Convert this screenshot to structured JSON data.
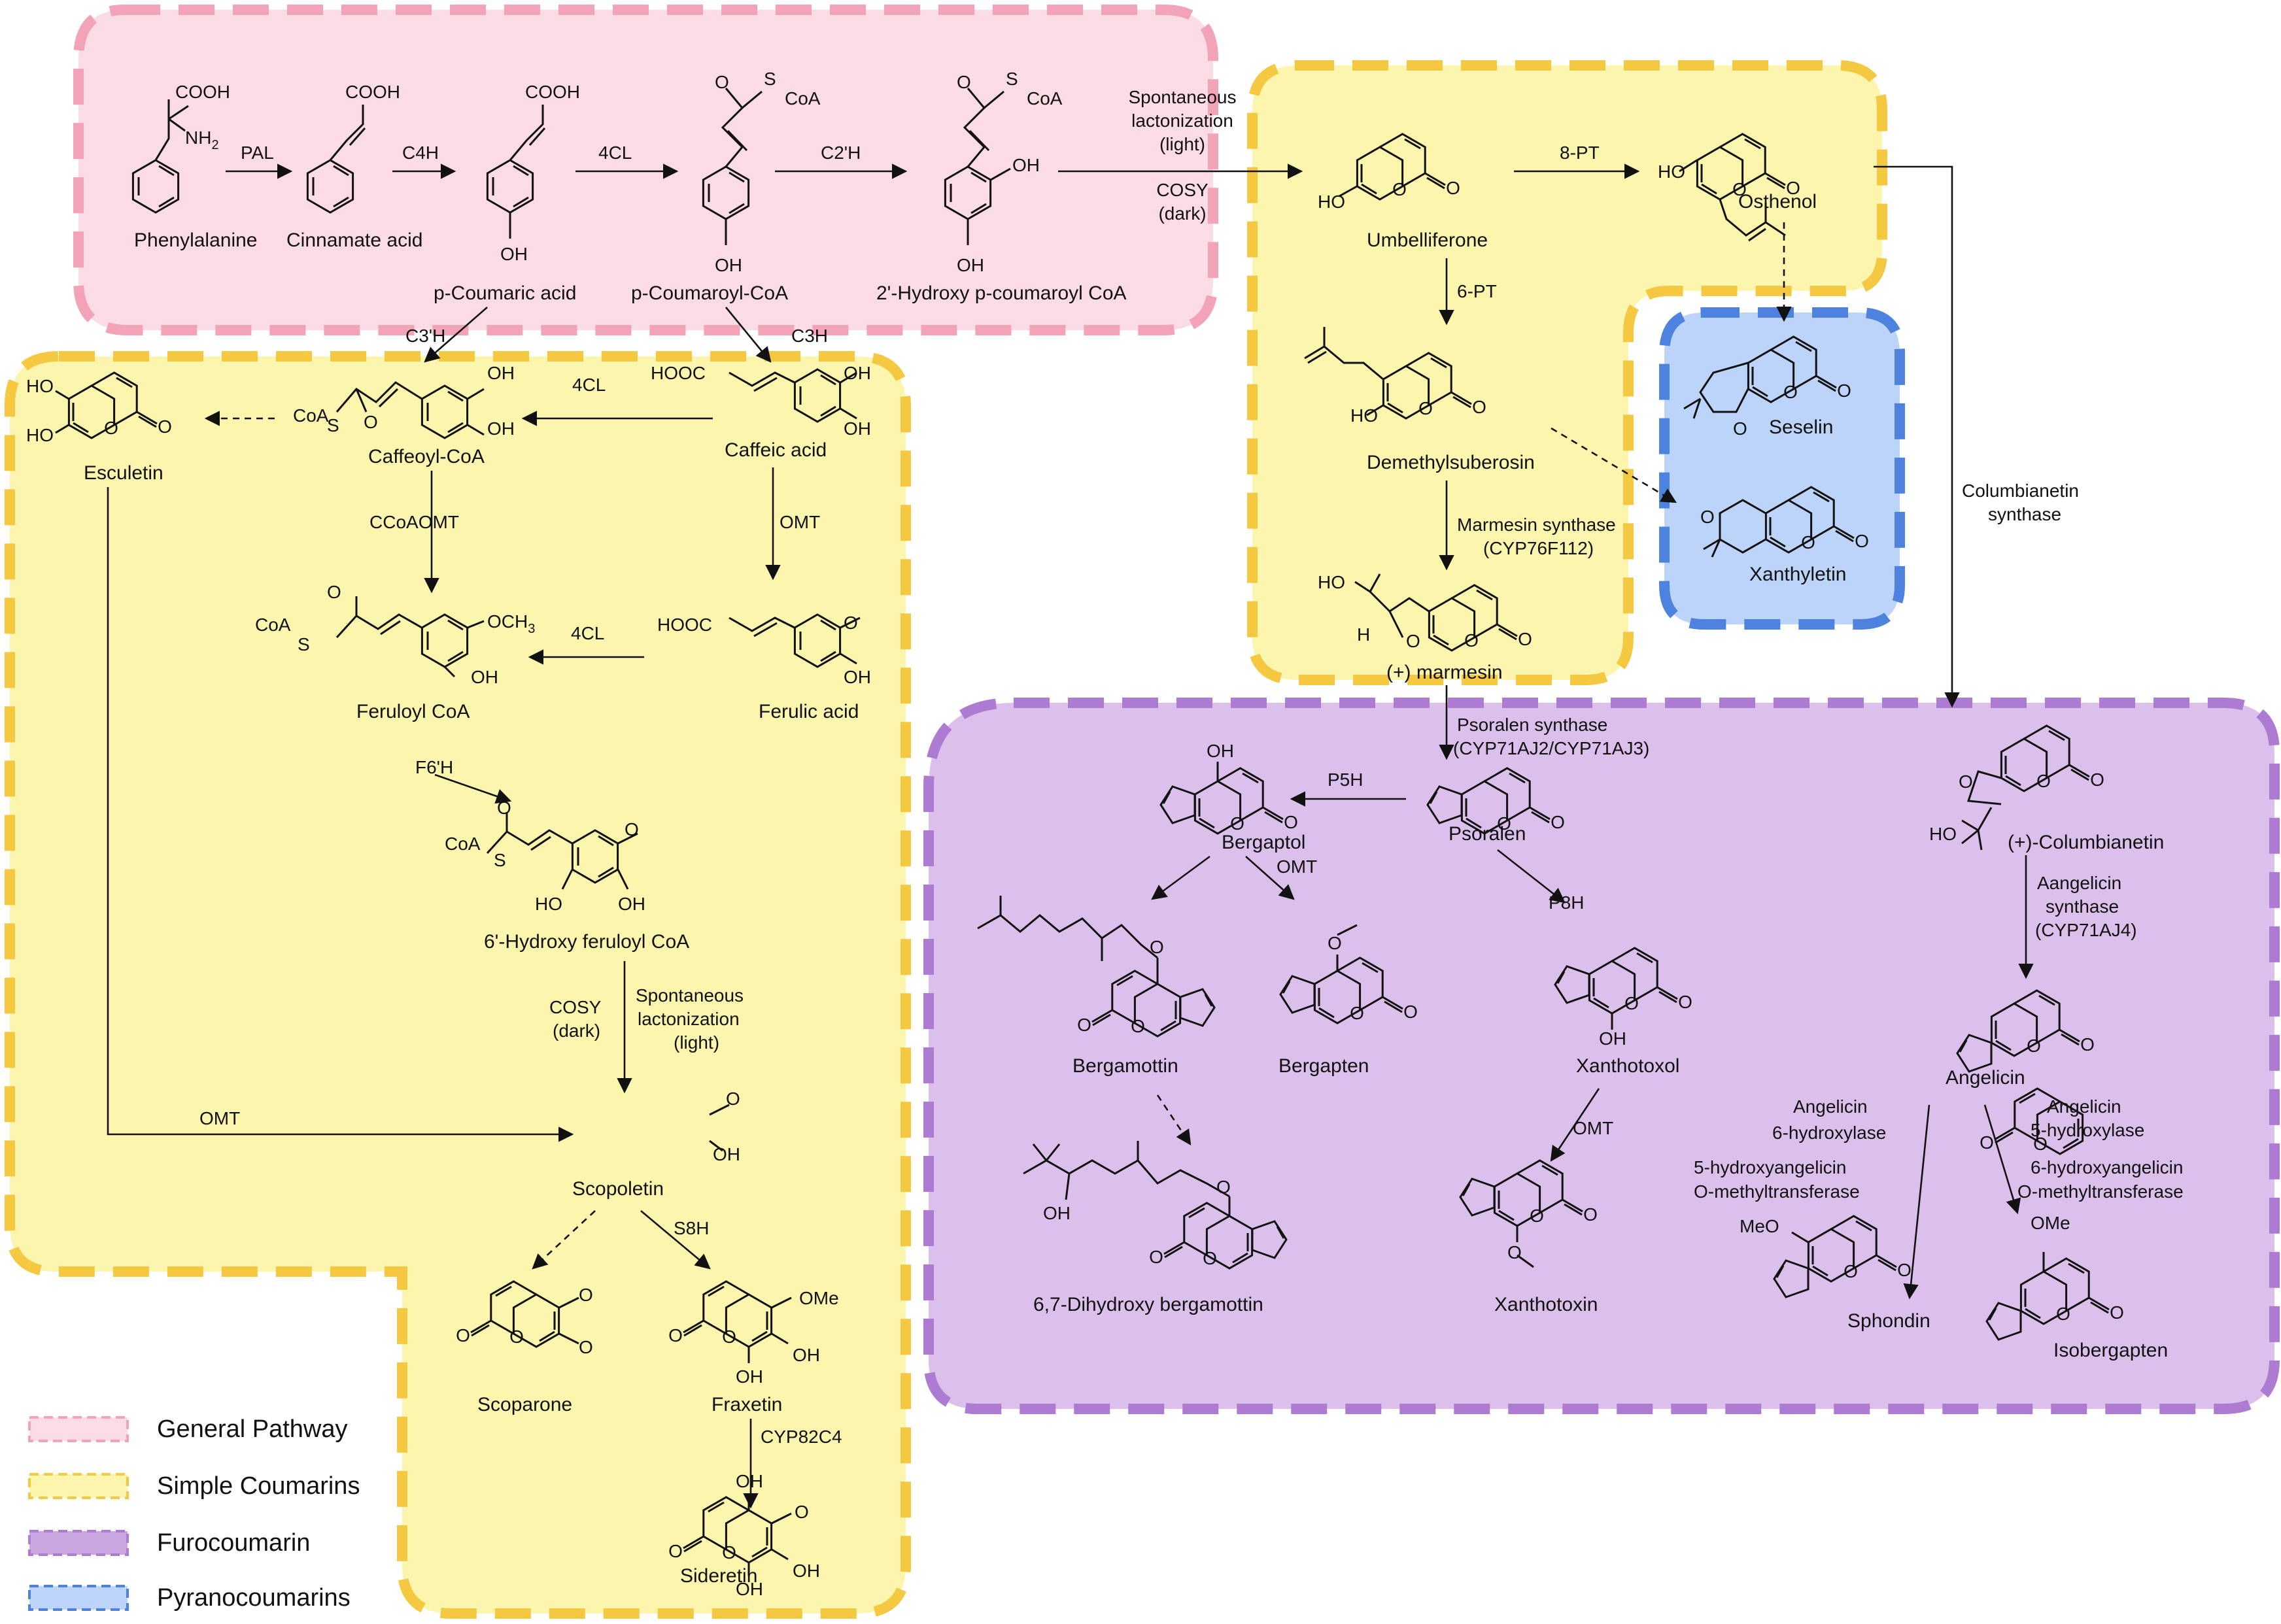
{
  "colors": {
    "general": "#fbdbe4",
    "general_border": "#f2a3b7",
    "simple": "#fbf5ad",
    "simple_border": "#f5c842",
    "furo": "#dcc0ec",
    "furo_border": "#ad7bd2",
    "pyrano": "#bcd4fa",
    "pyrano_border": "#4d82de"
  },
  "compounds": {
    "phenylalanine": "Phenylalanine",
    "cinnamate": "Cinnamate acid",
    "p_coumaric": "p-Coumaric acid",
    "p_coumaroyl_coa": "p-Coumaroyl-CoA",
    "hydroxy_coumaroyl_coa": "2'-Hydroxy p-coumaroyl CoA",
    "umbelliferone": "Umbelliferone",
    "osthenol": "Osthenol",
    "demethylsuberosin": "Demethylsuberosin",
    "marmesin": "(+)  marmesin",
    "seselin": "Seselin",
    "xanthyletin": "Xanthyletin",
    "esculetin": "Esculetin",
    "caffeoyl_coa": "Caffeoyl-CoA",
    "caffeic": "Caffeic acid",
    "feruloyl_coa": "Feruloyl CoA",
    "ferulic": "Ferulic acid",
    "hydroxy_feruloyl_coa": "6'-Hydroxy feruloyl CoA",
    "scopoletin": "Scopoletin",
    "scoparone": "Scoparone",
    "fraxetin": "Fraxetin",
    "sideretin": "Sideretin",
    "bergaptol": "Bergaptol",
    "psoralen": "Psoralen",
    "bergamottin": "Bergamottin",
    "bergapten": "Bergapten",
    "xanthotoxol": "Xanthotoxol",
    "xanthotoxin": "Xanthotoxin",
    "dihydroxy_bergamottin": "6,7-Dihydroxy bergamottin",
    "columbianetin": "(+)-Columbianetin",
    "angelicin": "Angelicin",
    "sphondin": "Sphondin",
    "isobergapten": "Isobergapten"
  },
  "enzymes": {
    "pal": "PAL",
    "c4h": "C4H",
    "fourcl_a": "4CL",
    "c2h": "C2'H",
    "spont_light_1": "Spontaneous",
    "spont_light_2": "lactonization",
    "spont_light_3": "(light)",
    "cosy_1": "COSY",
    "cosy_2": "(dark)",
    "eight_pt": "8-PT",
    "six_pt": "6-PT",
    "c3h_prime": "C3'H",
    "c3h": "C3H",
    "fourcl_b": "4CL",
    "ccoaomt": "CCoAOMT",
    "omt_a": "OMT",
    "fourcl_c": "4CL",
    "f6h": "F6'H",
    "cosy_left_1": "COSY",
    "cosy_left_2": "(dark)",
    "spont_left_1": "Spontaneous",
    "spont_left_2": "lactonization",
    "spont_left_3": "(light)",
    "omt_b": "OMT",
    "s8h": "S8H",
    "cyp82c4": "CYP82C4",
    "marmesin_syn_1": "Marmesin synthase",
    "marmesin_syn_2": "(CYP76F112)",
    "psoralen_syn_1": "Psoralen synthase",
    "psoralen_syn_2": "(CYP71AJ2/CYP71AJ3)",
    "p5h": "P5H",
    "omt_c": "OMT",
    "p8h": "P8H",
    "omt_d": "OMT",
    "columb_syn_1": "Columbianetin",
    "columb_syn_2": "synthase",
    "ang_syn_1": "Aangelicin",
    "ang_syn_2": "synthase",
    "ang_syn_3": "(CYP71AJ4)",
    "ang6_1": "Angelicin",
    "ang6_2": "6-hydroxylase",
    "ang6_3": "5-hydroxyangelicin",
    "ang6_4": "O-methyltransferase",
    "ang5_1": "Angelicin",
    "ang5_2": "5-hydroxylase",
    "ang5_3": "6-hydroxyangelicin",
    "ang5_4": "O-methyltransferase"
  },
  "atoms": {
    "cooh": "COOH",
    "nh2": "NH",
    "nh2_sub": "2",
    "oh": "OH",
    "s": "S",
    "coa": "CoA",
    "o": "O",
    "ho": "HO",
    "hooc": "HOOC",
    "och3": "OCH",
    "och3_sub": "3",
    "ome": "OMe",
    "meo": "MeO",
    "h": "H"
  },
  "legend": [
    {
      "label": "General Pathway",
      "key": "general"
    },
    {
      "label": "Simple Coumarins",
      "key": "simple"
    },
    {
      "label": "Furocoumarin",
      "key": "furo"
    },
    {
      "label": "Pyranocoumarins",
      "key": "pyrano"
    }
  ]
}
